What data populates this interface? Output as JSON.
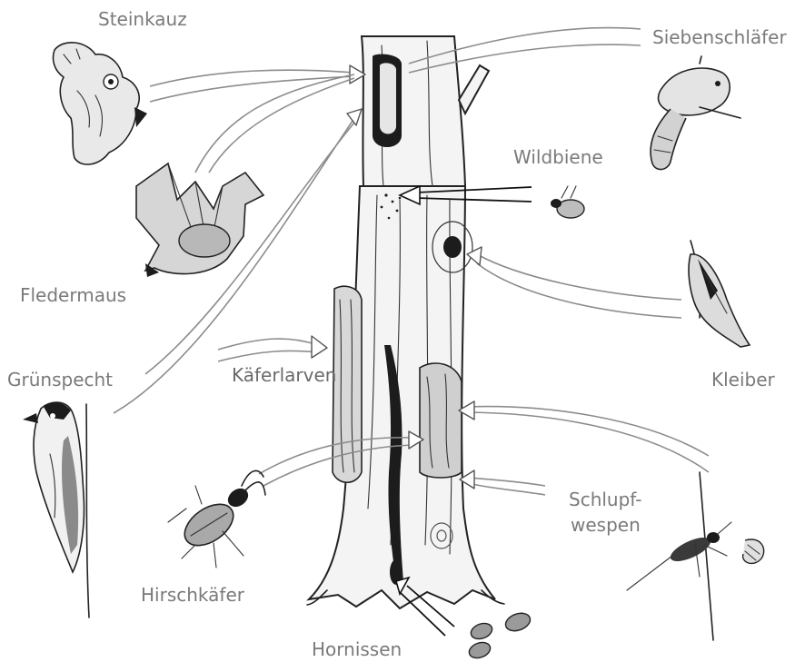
{
  "labels": {
    "steinkauz": "Steinkauz",
    "siebenschlaefer": "Siebenschläfer",
    "wildbiene": "Wildbiene",
    "fledermaus": "Fledermaus",
    "gruenspecht": "Grünspecht",
    "kaeferlarven": "Käferlarven",
    "kleiber": "Kleiber",
    "schlupfwespen_line1": "Schlupf-",
    "schlupfwespen_line2": "wespen",
    "hirschkaefer": "Hirschkäfer",
    "hornissen": "Hornissen"
  },
  "icons": {
    "tree": "dead-tree-trunk-icon",
    "owl": "owl-icon",
    "dormouse": "dormouse-icon",
    "bee": "bee-icon",
    "bat": "bat-icon",
    "woodpecker": "woodpecker-icon",
    "nuthatch": "nuthatch-icon",
    "stag_beetle": "stag-beetle-icon",
    "ichneumon_wasp": "ichneumon-wasp-icon",
    "hornets": "hornets-icon"
  },
  "colors": {
    "label_gray": "#7a7a7a",
    "ink": "#222222"
  }
}
